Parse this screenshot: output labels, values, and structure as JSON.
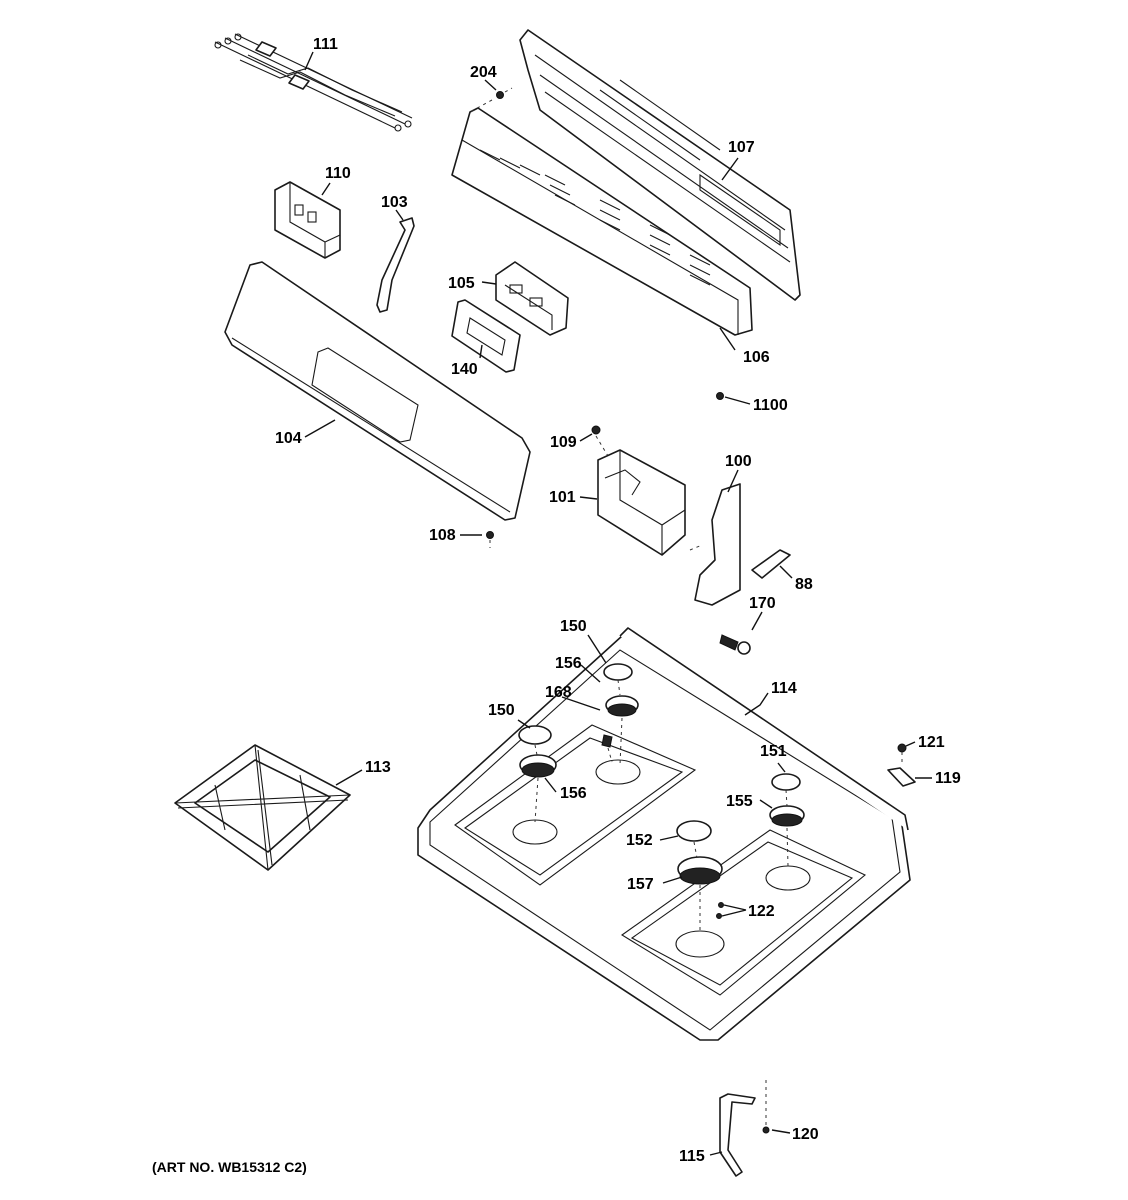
{
  "art_number": "(ART NO. WB15312 C2)",
  "callouts": {
    "c88": "88",
    "c100": "100",
    "c101": "101",
    "c103": "103",
    "c104": "104",
    "c105": "105",
    "c106": "106",
    "c107": "107",
    "c108": "108",
    "c109": "109",
    "c110": "110",
    "c111": "111",
    "c113": "113",
    "c114": "114",
    "c115": "115",
    "c119": "119",
    "c120": "120",
    "c121": "121",
    "c122": "122",
    "c140": "140",
    "c150a": "150",
    "c150b": "150",
    "c151": "151",
    "c152": "152",
    "c155": "155",
    "c156a": "156",
    "c156b": "156",
    "c157": "157",
    "c168": "168",
    "c170": "170",
    "c204": "204",
    "c1100": "1100"
  }
}
